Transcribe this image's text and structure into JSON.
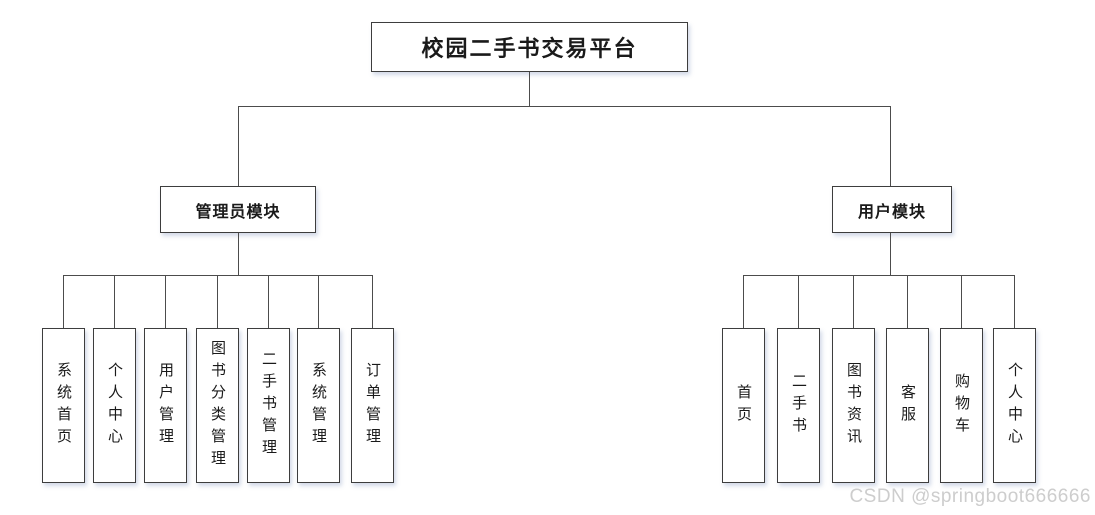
{
  "diagram": {
    "root": {
      "label": "校园二手书交易平台"
    },
    "modules": [
      {
        "label": "管理员模块",
        "children": [
          "系统首页",
          "个人中心",
          "用户管理",
          "图书分类管理",
          "二手书管理",
          "系统管理",
          "订单管理"
        ]
      },
      {
        "label": "用户模块",
        "children": [
          "首页",
          "二手书",
          "图书资讯",
          "客服",
          "购物车",
          "个人中心"
        ]
      }
    ]
  },
  "watermark": {
    "text": "CSDN @springboot666666"
  },
  "colors": {
    "background": "#ffffff",
    "node_border": "#3d3d3d",
    "connector": "#4c4c4c",
    "text": "#1a1a1a",
    "watermark": "#cdcdcd"
  }
}
